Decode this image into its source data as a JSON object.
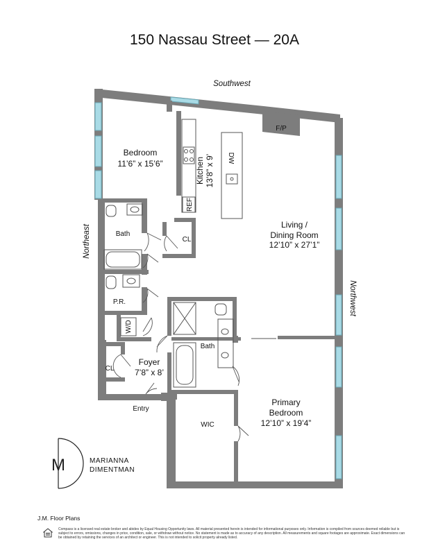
{
  "title": "150 Nassau Street — 20A",
  "compass": {
    "southwest": "Southwest",
    "northeast": "Northeast",
    "northwest": "Northwest"
  },
  "rooms": {
    "bedroom": {
      "name": "Bedroom",
      "dims": "11’6” x 15’6”"
    },
    "kitchen": {
      "name": "Kitchen",
      "dims": "13’8” x 9’"
    },
    "living": {
      "name1": "Living /",
      "name2": "Dining Room",
      "dims": "12’10” x 27’1”"
    },
    "bath1": {
      "name": "Bath"
    },
    "bath2": {
      "name": "Bath"
    },
    "cl1": {
      "name": "CL"
    },
    "cl2": {
      "name": "CL"
    },
    "pr": {
      "name": "P.R."
    },
    "wd": {
      "name": "W/D"
    },
    "foyer": {
      "name": "Foyer",
      "dims": "7’8” x 8’"
    },
    "entry": {
      "name": "Entry"
    },
    "wic": {
      "name": "WIC"
    },
    "primary": {
      "name1": "Primary",
      "name2": "Bedroom",
      "dims": "12’10” x 19’4”"
    }
  },
  "fixtures": {
    "fp": "F/P",
    "ref": "REF",
    "dw": "DW"
  },
  "brand": {
    "line1": "MARIANNA",
    "line2": "DIMENTMAN",
    "logo_letter": "M"
  },
  "credit": "J.M. Floor Plans",
  "disclaimer": "Compass is a licensed real estate broker and abides by Equal Housing Opportunity laws. All material presented herein is intended for informational purposes only. Information is compiled from sources deemed reliable but is subject to errors, omissions, changes in price, condition, sale, or withdraw without notice. No statement is made as to accuracy of any description. All measurements and square footages are approximate. Exact dimensions can be obtained by retaining the services of an architect or engineer. This is not intended to solicit property already listed.",
  "colors": {
    "wall": "#7d7d7d",
    "window": "#a9dbe6"
  }
}
